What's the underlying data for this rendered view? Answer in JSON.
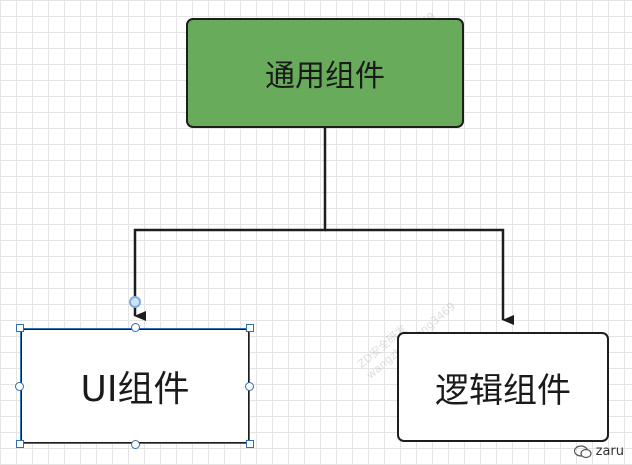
{
  "diagram": {
    "nodes": {
      "top": {
        "label": "通用组件",
        "fill": "#67ab5b"
      },
      "left": {
        "label": "UI组件",
        "fill": "#ffffff",
        "selected": true
      },
      "right": {
        "label": "逻辑组件",
        "fill": "#ffffff"
      }
    },
    "edges": [
      {
        "from": "top",
        "to": "left"
      },
      {
        "from": "top",
        "to": "right"
      }
    ],
    "colors": {
      "stroke": "#1d1d1d",
      "selection": "#2f6fb3",
      "grid": "#e4e4e4"
    }
  },
  "watermark": {
    "line1": "ZD安全研发",
    "line2": "wangzhanpeng3469"
  },
  "badge": {
    "text": "zaru"
  }
}
